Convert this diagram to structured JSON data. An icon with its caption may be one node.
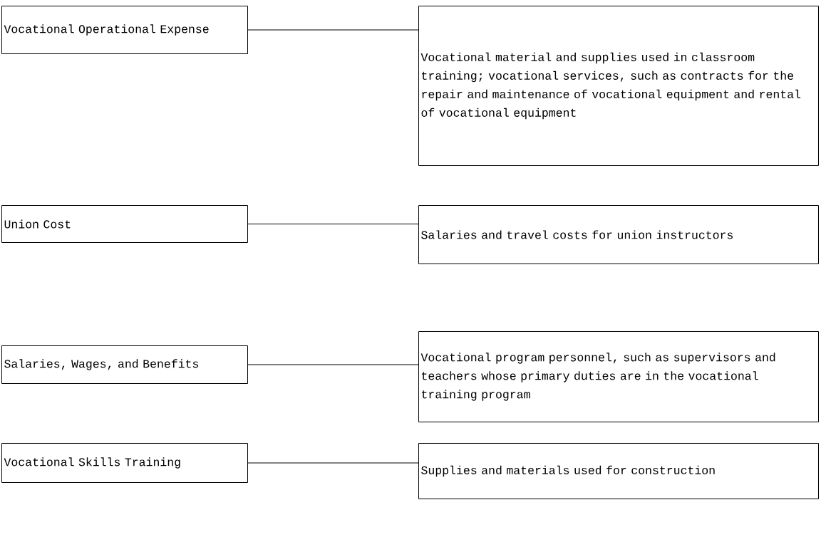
{
  "diagram": {
    "nodes": [
      {
        "text": [
          "Vocational Operational Expense"
        ]
      },
      {
        "text": [
          "Vocational material and supplies used in classroom training; vocational services, such as contracts for the repair and maintenance of vocational equipment and rental of vocational equipment"
        ]
      },
      {
        "text": [
          "Union Cost"
        ]
      },
      {
        "text": [
          "Salaries and travel costs for union instructors"
        ]
      },
      {
        "text": [
          "Salaries, Wages, and Benefits"
        ]
      },
      {
        "text": [
          "Vocational program personnel, such as supervisors and teachers whose primary duties are in the vocational training program"
        ]
      },
      {
        "text": [
          "Vocational Skills Training"
        ]
      },
      {
        "text": [
          "Supplies and materials used for construction"
        ]
      }
    ],
    "edges": [
      {
        "from": 0,
        "to": 1,
        "arrow": "none"
      },
      {
        "from": 2,
        "to": 3,
        "arrow": "none"
      },
      {
        "from": 4,
        "to": 5,
        "arrow": "none"
      },
      {
        "from": 6,
        "to": 7,
        "arrow": "none"
      }
    ]
  }
}
